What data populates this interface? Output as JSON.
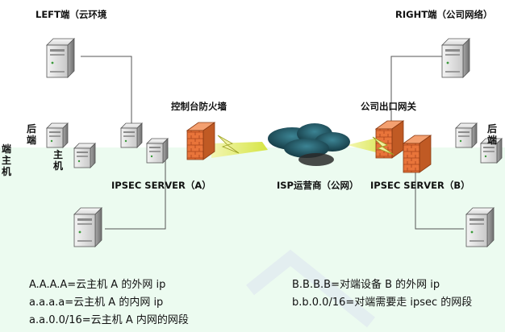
{
  "left_title": "LEFT端（云环境",
  "right_title": "RIGHT端（公司网络）",
  "left_firewall_label": "控制台防火墙",
  "right_gateway_label": "公司出口网关",
  "left_back_label": "后端",
  "left_host_label": "主机",
  "left_edge_label": "端主机",
  "right_back_label": "后端",
  "ipsec_a_label": "IPSEC SERVER（A）",
  "isp_label": "ISP运营商（公网）",
  "ipsec_b_label": "IPSEC SERVER（B）",
  "notes_left": [
    "A.A.A.A=云主机 A 的外网 ip",
    "a.a.a.a=云主机 A 的内网 ip",
    "a.a.0.0/16=云主机 A 内网的网段"
  ],
  "notes_right": [
    "B.B.B.B=对端设备 B 的外网 ip",
    "b.b.0.0/16=对端需要走 ipsec 的网段"
  ],
  "colors": {
    "bottom_background": "#ecfbf0",
    "link_line": "#555555",
    "firewall_brick": "#e8743a",
    "tunnel_beam": "#e6ee6a",
    "cloud": "#1d4d5a"
  },
  "icons": [
    "server-icon",
    "firewall-icon",
    "cloud-icon",
    "lightning-icon"
  ]
}
